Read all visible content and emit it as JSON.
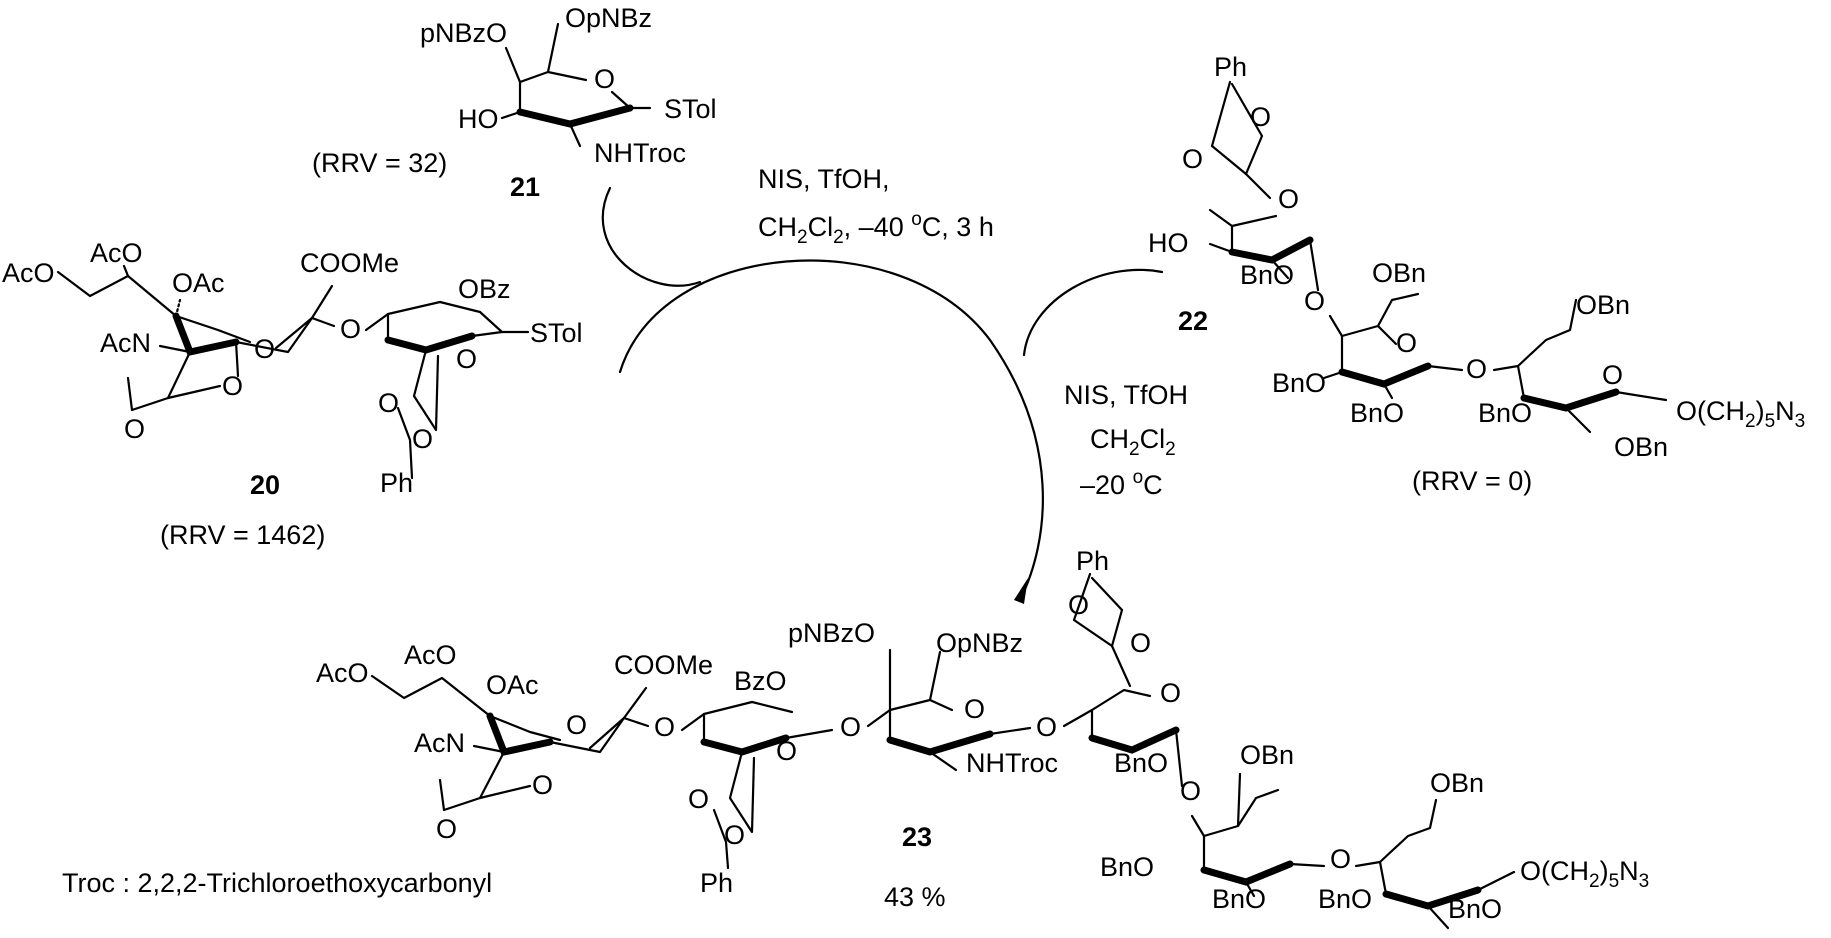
{
  "compounds": {
    "c20": {
      "number": "20",
      "rrv": "(RRV = 1462)",
      "labels": [
        "AcO",
        "AcO",
        "OAc",
        "COOMe",
        "AcN",
        "O",
        "O",
        "O",
        "O",
        "OBz",
        "STol",
        "O",
        "O",
        "O",
        "Ph"
      ]
    },
    "c21": {
      "number": "21",
      "rrv": "(RRV = 32)",
      "labels": [
        "pNBzO",
        "OpNBz",
        "O",
        "HO",
        "STol",
        "NHTroc"
      ]
    },
    "c22": {
      "number": "22",
      "rrv": "(RRV = 0)",
      "labels": [
        "Ph",
        "O",
        "O",
        "O",
        "HO",
        "BnO",
        "O",
        "OBn",
        "O",
        "OBn",
        "O",
        "BnO",
        "BnO",
        "O",
        "BnO",
        "O(CH",
        "2",
        ")",
        "5",
        "N",
        "3",
        "OBn"
      ]
    },
    "c23": {
      "number": "23",
      "yield": "43 %",
      "labels": [
        "AcO",
        "AcO",
        "OAc",
        "COOMe",
        "BzO",
        "pNBzO",
        "OpNBz",
        "Ph",
        "AcN",
        "O",
        "O",
        "O",
        "O",
        "O",
        "O",
        "O",
        "O",
        "O",
        "O",
        "O",
        "NHTroc",
        "BnO",
        "OBn",
        "O",
        "O",
        "Ph",
        "OBn",
        "O",
        "BnO",
        "BnO",
        "O",
        "BnO",
        "O(CH",
        "2",
        ")",
        "5",
        "N",
        "3",
        "BnO"
      ]
    }
  },
  "conditions": {
    "step1": {
      "line1": "NIS, TfOH,",
      "line2_a": "CH",
      "line2_sub": "2",
      "line2_b": "Cl",
      "line2_sub2": "2",
      "line2_c": ", –40 ",
      "line2_sup": "o",
      "line2_d": "C, 3 h"
    },
    "step2": {
      "line1": "NIS, TfOH",
      "line2_a": "CH",
      "line2_sub": "2",
      "line2_b": "Cl",
      "line2_sub2": "2",
      "line3_a": "–20 ",
      "line3_sup": "o",
      "line3_b": "C"
    }
  },
  "footnote": "Troc : 2,2,2-Trichloroethoxycarbonyl"
}
